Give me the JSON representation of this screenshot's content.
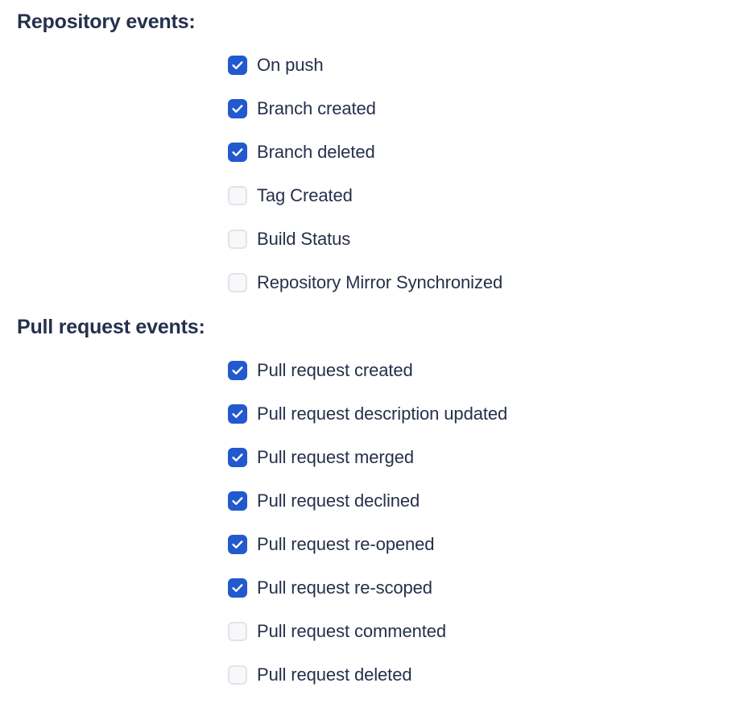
{
  "sections": [
    {
      "heading": "Repository events:",
      "items": [
        {
          "label": "On push",
          "checked": true
        },
        {
          "label": "Branch created",
          "checked": true
        },
        {
          "label": "Branch deleted",
          "checked": true
        },
        {
          "label": "Tag Created",
          "checked": false
        },
        {
          "label": "Build Status",
          "checked": false
        },
        {
          "label": "Repository Mirror Synchronized",
          "checked": false
        }
      ]
    },
    {
      "heading": "Pull request events:",
      "items": [
        {
          "label": "Pull request created",
          "checked": true
        },
        {
          "label": "Pull request description updated",
          "checked": true
        },
        {
          "label": "Pull request merged",
          "checked": true
        },
        {
          "label": "Pull request declined",
          "checked": true
        },
        {
          "label": "Pull request re-opened",
          "checked": true
        },
        {
          "label": "Pull request re-scoped",
          "checked": true
        },
        {
          "label": "Pull request commented",
          "checked": false
        },
        {
          "label": "Pull request deleted",
          "checked": false
        }
      ]
    }
  ],
  "colors": {
    "checked_fill": "#2259ce",
    "checked_tick": "#ffffff",
    "unchecked_fill": "#f7f8fa",
    "unchecked_border": "#e2e4e9",
    "text": "#26304b",
    "heading_text": "#24304c",
    "background": "#ffffff"
  },
  "icons": {
    "checkmark": "check-icon"
  }
}
